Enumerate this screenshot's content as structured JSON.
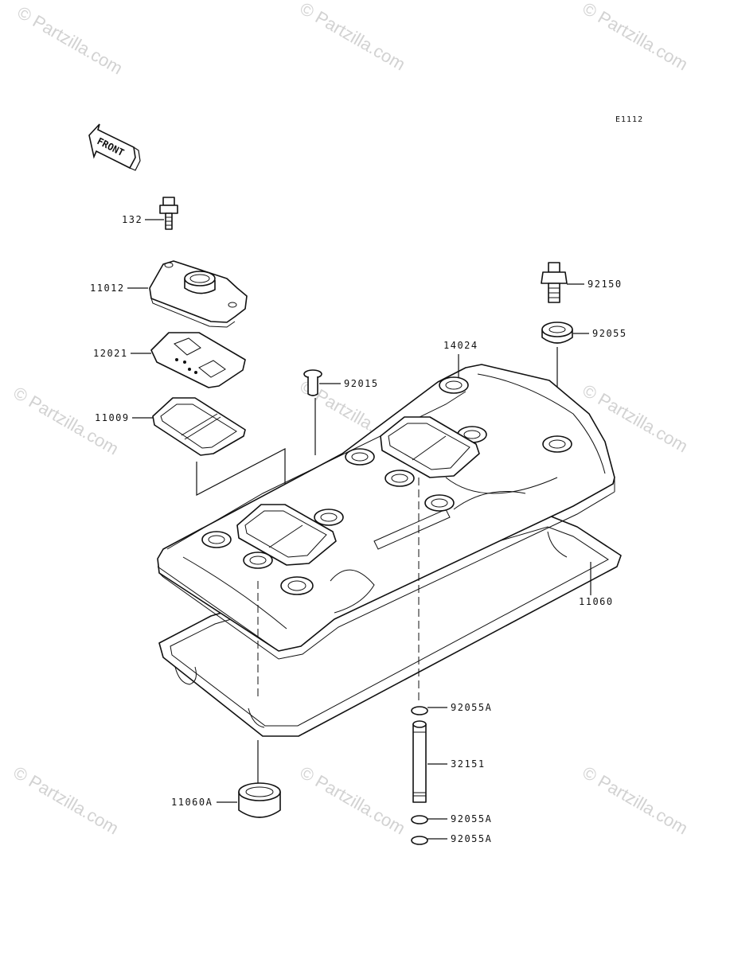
{
  "diagram_code": "E1112",
  "front_label": "FRONT",
  "watermark": {
    "text": "© Partzilla.com",
    "color": "#d2d2d2"
  },
  "callouts": {
    "c132": "132",
    "c11012": "11012",
    "c12021": "12021",
    "c11009": "11009",
    "c92015": "92015",
    "c14024": "14024",
    "c92150": "92150",
    "c92055": "92055",
    "c11060": "11060",
    "c92055A_1": "92055A",
    "c32151": "32151",
    "c11060A": "11060A",
    "c92055A_2": "92055A",
    "c92055A_3": "92055A"
  },
  "line_color": "#111111"
}
